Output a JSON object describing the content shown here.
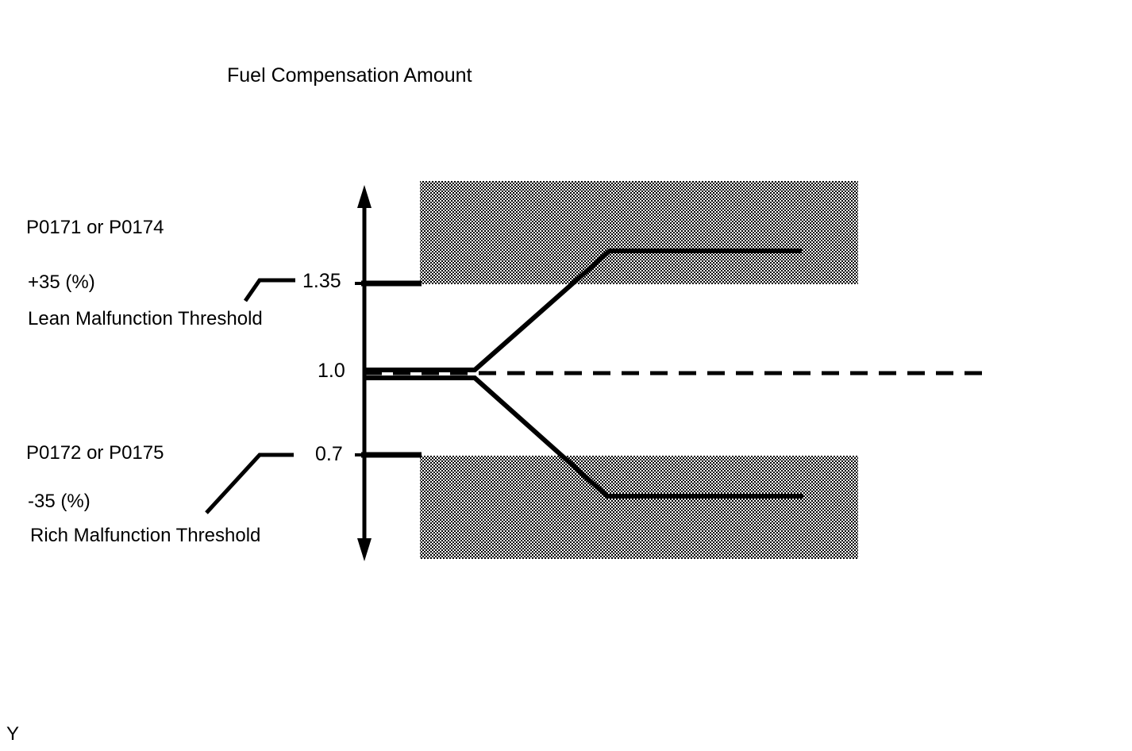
{
  "title": "Fuel Compensation Amount",
  "corner_mark": "Y",
  "annotations": {
    "lean": {
      "code_label": "P0171 or P0174",
      "percent_label": "+35 (%)",
      "threshold_label": "Lean Malfunction Threshold"
    },
    "rich": {
      "code_label": "P0172 or P0175",
      "percent_label": "-35 (%)",
      "threshold_label": "Rich Malfunction Threshold"
    }
  },
  "axis": {
    "tick_labels": [
      "1.35",
      "1.0",
      "0.7"
    ],
    "orientation": "vertical",
    "arrow_both_ends": true
  },
  "colors": {
    "line": "#000000",
    "background": "#ffffff",
    "shaded_region": "#000000"
  },
  "chart_data": {
    "type": "line",
    "title": "Fuel Compensation Amount",
    "xlabel": "",
    "ylabel": "Fuel Compensation Amount",
    "ylim": [
      0.55,
      1.5
    ],
    "yticks": [
      0.7,
      1.0,
      1.35
    ],
    "ytick_labels": [
      "0.7",
      "1.0",
      "1.35"
    ],
    "grid": false,
    "legend": "none",
    "series": [
      {
        "name": "Lean malfunction trace",
        "comment": "Holds at 1.0 then rises into the lean malfunction region and plateaus",
        "x": [
          0.0,
          0.3,
          0.62,
          1.0
        ],
        "y": [
          1.0,
          1.0,
          1.45,
          1.45
        ]
      },
      {
        "name": "Rich malfunction trace",
        "comment": "Holds at 1.0 then falls into the rich malfunction region and plateaus",
        "x": [
          0.0,
          0.3,
          0.62,
          1.0
        ],
        "y": [
          1.0,
          1.0,
          0.58,
          0.58
        ]
      },
      {
        "name": "Stoichiometric reference",
        "style": "dashed",
        "x": [
          0.0,
          1.3
        ],
        "y": [
          1.0,
          1.0
        ]
      },
      {
        "name": "Lean malfunction threshold line",
        "style": "solid-short",
        "x": [
          0.0,
          0.12
        ],
        "y": [
          1.35,
          1.35
        ]
      },
      {
        "name": "Rich malfunction threshold line",
        "style": "solid-short",
        "x": [
          0.0,
          0.12
        ],
        "y": [
          0.7,
          0.7
        ]
      }
    ],
    "shaded_regions": [
      {
        "name": "Lean malfunction region",
        "y_from": 1.35,
        "y_to": 1.5,
        "x_from": 0.12,
        "x_to": 1.0,
        "fill": "dotted-halftone"
      },
      {
        "name": "Rich malfunction region",
        "y_from": 0.55,
        "y_to": 0.7,
        "x_from": 0.12,
        "x_to": 1.0,
        "fill": "dotted-halftone"
      }
    ],
    "annotations": [
      {
        "text": "P0171 or P0174",
        "target": "lean region"
      },
      {
        "text": "+35 (%)",
        "target": "1.35"
      },
      {
        "text": "Lean Malfunction Threshold",
        "target": "1.35"
      },
      {
        "text": "P0172 or P0175",
        "target": "rich region"
      },
      {
        "text": "-35 (%)",
        "target": "0.7"
      },
      {
        "text": "Rich Malfunction Threshold",
        "target": "0.7"
      }
    ]
  }
}
